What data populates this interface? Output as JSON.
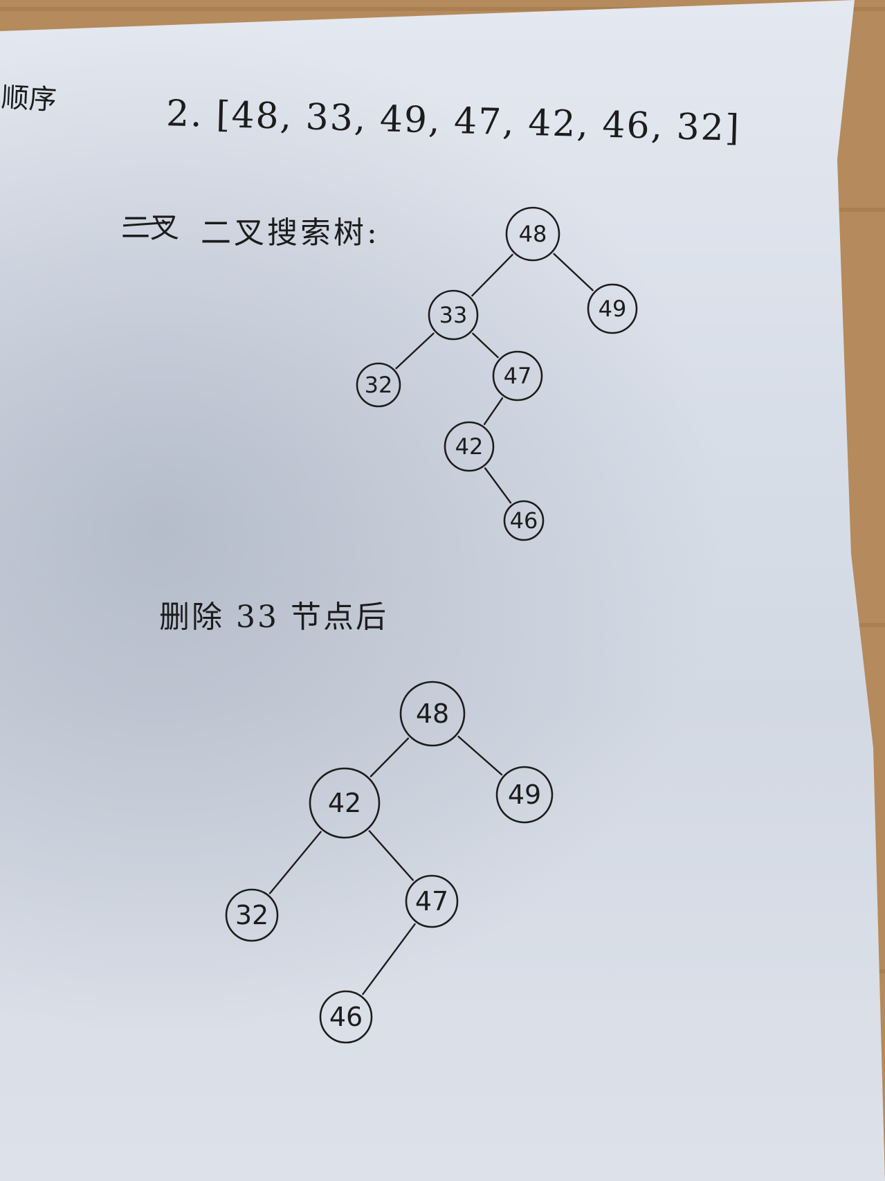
{
  "notes": {
    "margin": "顺序",
    "sequence": "2. [48, 33, 49, 47, 42, 46, 32]",
    "struck_word": "二叉",
    "bst_label": "二叉搜索树:",
    "after_delete_label": "删除 33 节点后"
  },
  "tree_before": {
    "nodes": [
      "48",
      "33",
      "49",
      "32",
      "47",
      "42",
      "46"
    ],
    "edges": [
      [
        "48",
        "33"
      ],
      [
        "48",
        "49"
      ],
      [
        "33",
        "32"
      ],
      [
        "33",
        "47"
      ],
      [
        "47",
        "42"
      ],
      [
        "42",
        "46"
      ]
    ]
  },
  "tree_after": {
    "nodes": [
      "48",
      "42",
      "49",
      "32",
      "47",
      "46"
    ],
    "edges": [
      [
        "48",
        "42"
      ],
      [
        "48",
        "49"
      ],
      [
        "42",
        "32"
      ],
      [
        "42",
        "47"
      ],
      [
        "47",
        "46"
      ]
    ]
  }
}
